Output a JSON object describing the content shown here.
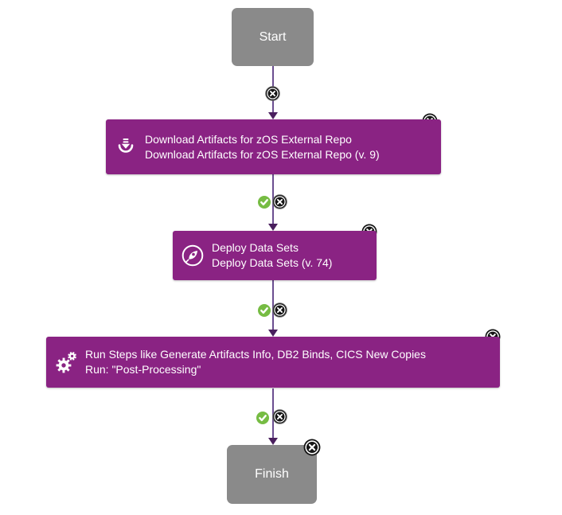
{
  "colors": {
    "step_node_purple": "#8a2383",
    "terminal_node_gray": "#8a8a8a",
    "connector_line": "#6b4e90",
    "connector_arrow": "#4a1f5e",
    "success_green": "#76bc43",
    "delete_disc_black": "#151515"
  },
  "nodes": {
    "start": {
      "label": "Start"
    },
    "finish": {
      "label": "Finish"
    },
    "steps": [
      {
        "icon": "download-icon",
        "line1": "Download Artifacts for zOS External Repo",
        "line2": "Download Artifacts for zOS External Repo (v. 9)"
      },
      {
        "icon": "rocket-icon",
        "line1": "Deploy Data Sets",
        "line2": "Deploy Data Sets (v. 74)"
      },
      {
        "icon": "gears-icon",
        "line1": "Run Steps like Generate Artifacts Info, DB2 Binds, CICS New Copies",
        "line2": "Run: \"Post-Processing\""
      }
    ]
  }
}
